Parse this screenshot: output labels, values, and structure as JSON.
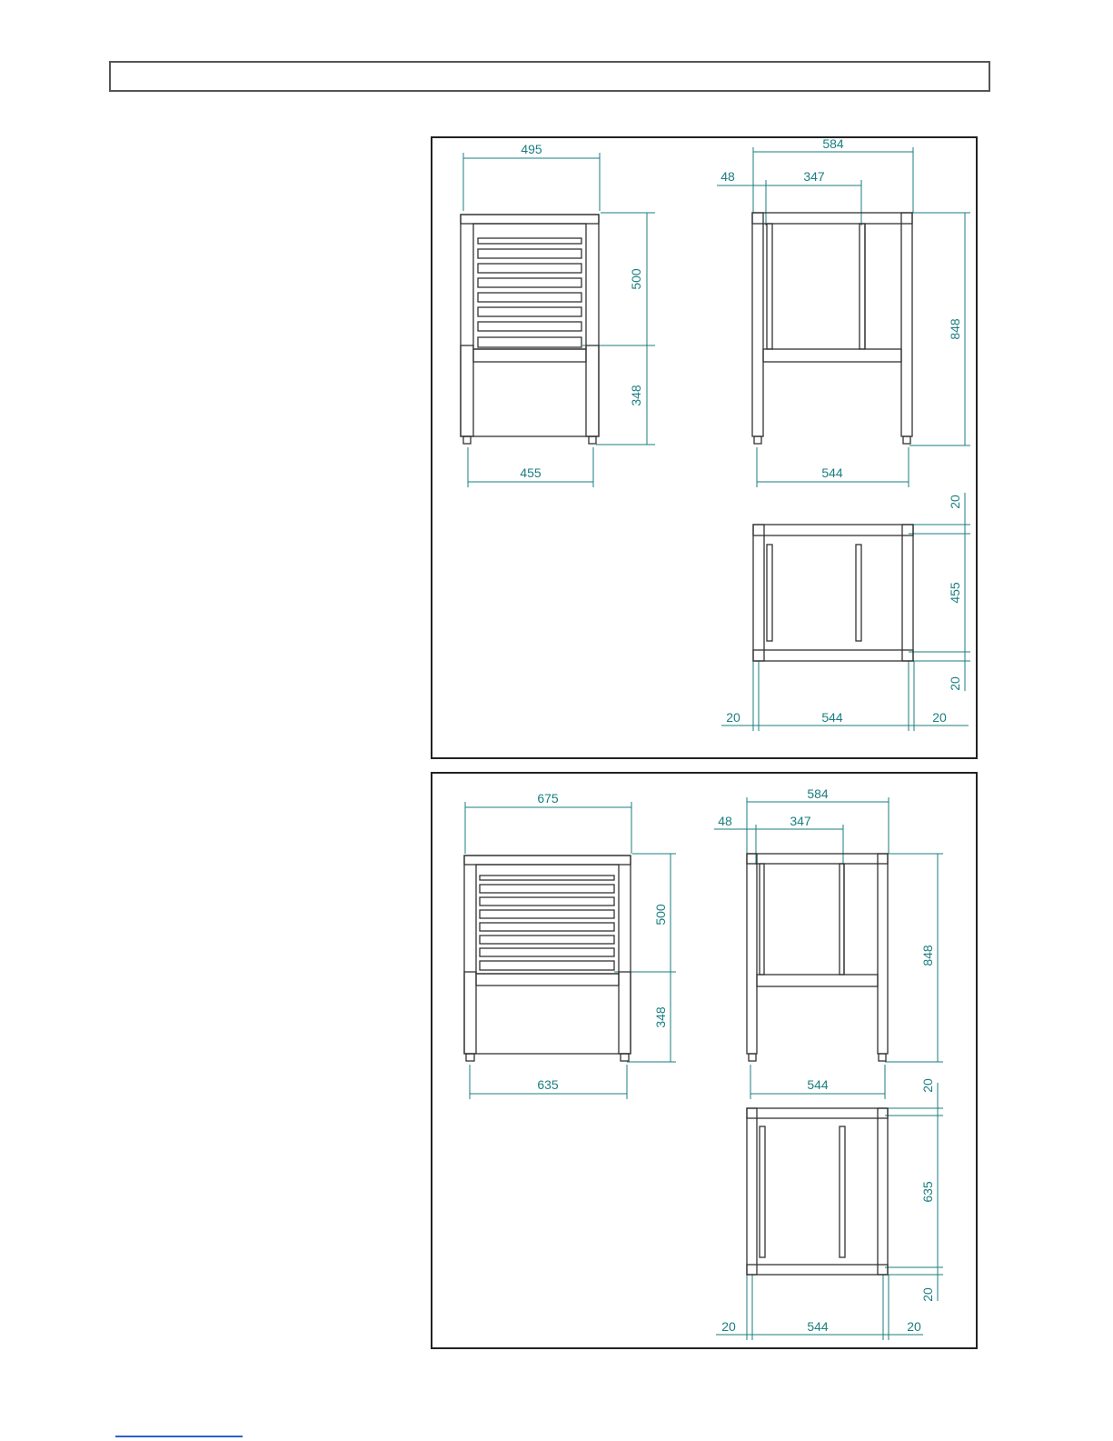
{
  "header": {
    "title": ""
  },
  "colors": {
    "dimension": "#1a7e80",
    "frame": "#333333",
    "footer_line": "#2f5fd0"
  },
  "panels": [
    {
      "front_view": {
        "total_width": "495",
        "upper_height": "500",
        "lower_height": "348",
        "leg_span": "455"
      },
      "side_view": {
        "total_depth": "584",
        "offset": "48",
        "inner_width": "347",
        "total_height": "848",
        "leg_span": "544"
      },
      "top_view": {
        "margin_top": "20",
        "inner_depth": "455",
        "margin_bottom": "20",
        "margin_left": "20",
        "inner_width": "544",
        "margin_right": "20"
      }
    },
    {
      "front_view": {
        "total_width": "675",
        "upper_height": "500",
        "lower_height": "348",
        "leg_span": "635"
      },
      "side_view": {
        "total_depth": "584",
        "offset": "48",
        "inner_width": "347",
        "total_height": "848",
        "leg_span": "544"
      },
      "top_view": {
        "margin_top": "20",
        "inner_depth": "635",
        "margin_bottom": "20",
        "margin_left": "20",
        "inner_width": "544",
        "margin_right": "20"
      }
    }
  ]
}
